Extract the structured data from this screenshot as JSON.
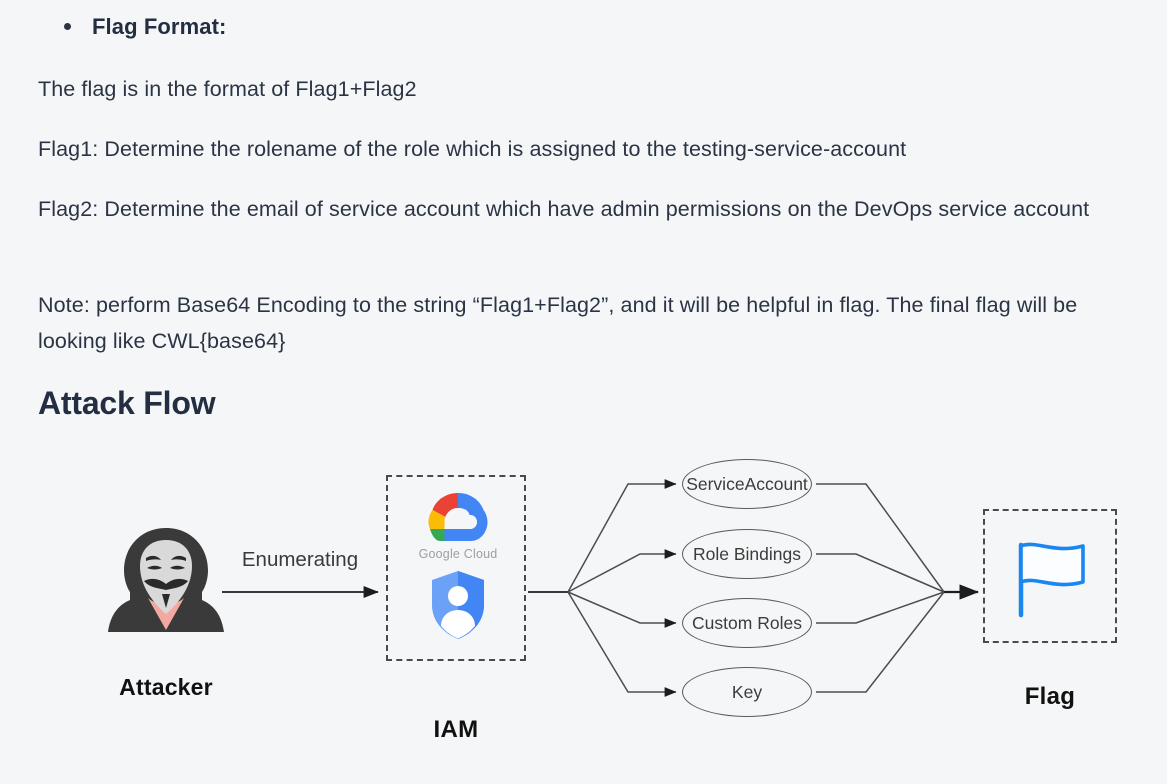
{
  "document": {
    "bullet_label": "Flag Format:",
    "paragraphs": [
      "The flag is in the format of Flag1+Flag2",
      "Flag1: Determine the rolename of the role which is assigned to the testing-service-account",
      "Flag2: Determine the email of service account which have admin permissions on the DevOps service account",
      "Note: perform Base64 Encoding to the string “Flag1+Flag2”, and it will be helpful in flag. The final flag will be looking like CWL{base64}"
    ],
    "section_title": "Attack Flow"
  },
  "diagram": {
    "attacker_label": "Attacker",
    "edge_label": "Enumerating",
    "iam_label": "IAM",
    "gcp_logo_text": "Google Cloud",
    "flag_label": "Flag",
    "nodes": [
      {
        "id": "service-account",
        "label": "Service\nAccount",
        "line1": "Service",
        "line2": "Account"
      },
      {
        "id": "role-bindings",
        "label": "Role Bindings",
        "line1": "Role Bindings",
        "line2": ""
      },
      {
        "id": "custom-roles",
        "label": "Custom Roles",
        "line1": "Custom Roles",
        "line2": ""
      },
      {
        "id": "key",
        "label": "Key",
        "line1": "Key",
        "line2": ""
      }
    ],
    "colors": {
      "background": "#f5f6f7",
      "heading": "#242e42",
      "body_text": "#2b3445",
      "dashed_border": "#4a4a4a",
      "ellipse_stroke": "#555b5f",
      "arrow": "#333333",
      "gcp_red": "#ea4335",
      "gcp_yellow": "#fbbc05",
      "gcp_green": "#34a853",
      "gcp_blue": "#4285f4",
      "iam_shield_blue": "#4285f4",
      "iam_shield_light": "#6ba2f7",
      "flag_blue": "#1a87f0",
      "hood_dark": "#3a3a3a",
      "mask_face": "#d9d9d9",
      "neck_pink": "#f3a9a2"
    }
  }
}
